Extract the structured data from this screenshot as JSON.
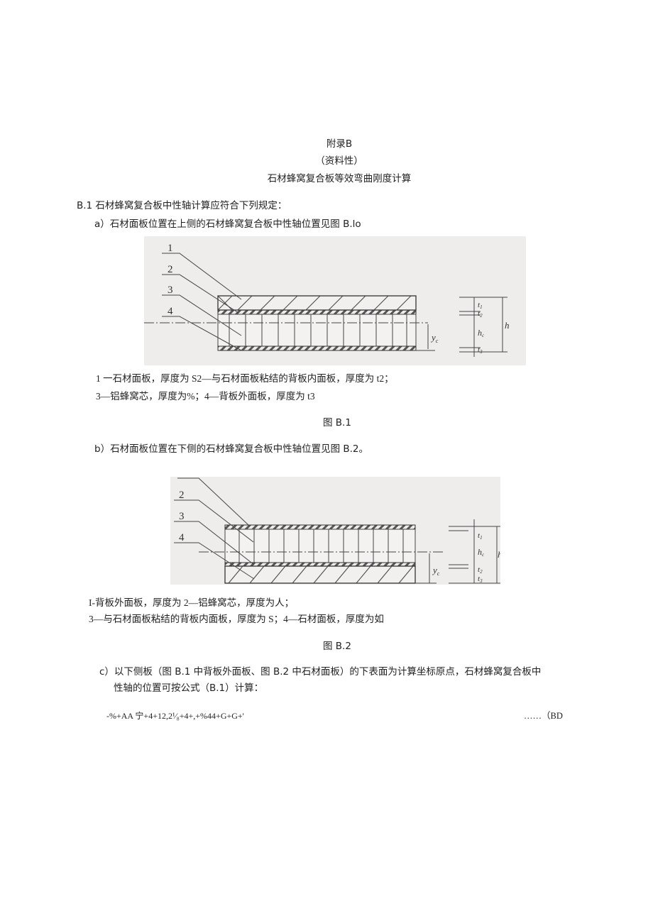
{
  "heading": {
    "appendix": "附录B",
    "nature": "（资料性）",
    "title": "石材蜂窝复合板等效弯曲刚度计算"
  },
  "clause_b1": "B.1 石材蜂窝复合板中性轴计算应符合下列规定：",
  "item_a": "a）石材面板位置在上侧的石材蜂窝复合板中性轴位置见图 B.lo",
  "figure1": {
    "labels": [
      "1",
      "2",
      "3",
      "4"
    ],
    "dims": {
      "t1": "t",
      "t1_sub": "1",
      "t2": "t",
      "t2_sub": "2",
      "hc": "h",
      "hc_sub": "c",
      "t3": "t",
      "t3_sub": "3",
      "h": "h",
      "yc": "y",
      "yc_sub": "c"
    },
    "legend": [
      "1 一石材面板，厚度为 S2—与石材面板粘结的背板内面板，厚度为 t2；",
      "3—铝蜂窝芯，厚度为%；4—背板外面板，厚度为 t3"
    ],
    "caption": "图 B.1"
  },
  "item_b": "b）石材面板位置在下侧的石材蜂窝复合板中性轴位置见图 B.2。",
  "figure2": {
    "labels": [
      "2",
      "3",
      "4"
    ],
    "dims": {
      "t1": "t",
      "t1_sub": "1",
      "hc": "h",
      "hc_sub": "c",
      "t2": "t",
      "t2_sub": "2",
      "t3": "t",
      "t3_sub": "3",
      "h": "h",
      "yc": "y",
      "yc_sub": "c"
    },
    "legend": [
      "I-背板外面板，厚度为 2—铝蜂窝芯，厚度为人；",
      "3—与石材面板粘结的背板内面板，厚度为 S；4—石材面板，厚度为如"
    ],
    "caption": "图 B.2"
  },
  "item_c": {
    "line1": "c）以下侧板（图 B.1 中背板外面板、图 B.2 中石材面板）的下表面为计算坐标原点，石材蜂窝复合板中",
    "line2": "性轴的位置可按公式（B.1）计算："
  },
  "formula": {
    "expression": "-%+AA 宁+4+12,2¹⁄₈+4+,+%44+G+G+'",
    "number": "……（BD"
  }
}
